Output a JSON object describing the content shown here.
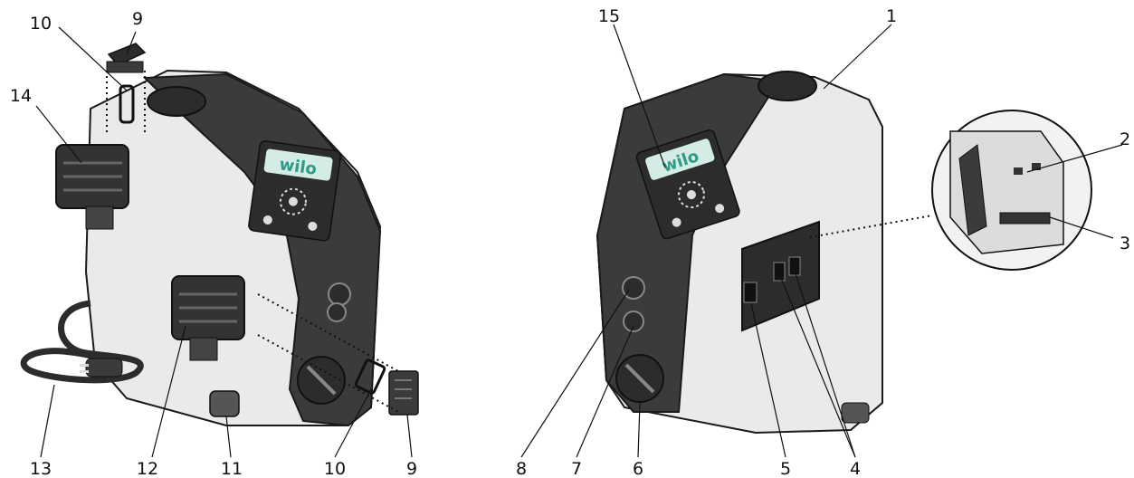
{
  "brand_text": "wilo",
  "callouts": {
    "left": [
      "9",
      "10",
      "14",
      "13",
      "12",
      "11",
      "10",
      "9"
    ],
    "right": [
      "15",
      "1",
      "2",
      "3",
      "8",
      "7",
      "6",
      "5",
      "4"
    ]
  },
  "colors": {
    "housing_dark": "#3a3b3d",
    "housing_light": "#e9eaeb",
    "panel_dark": "#2b2c2e",
    "brand_green": "#2f9b86",
    "background": "#ffffff"
  }
}
